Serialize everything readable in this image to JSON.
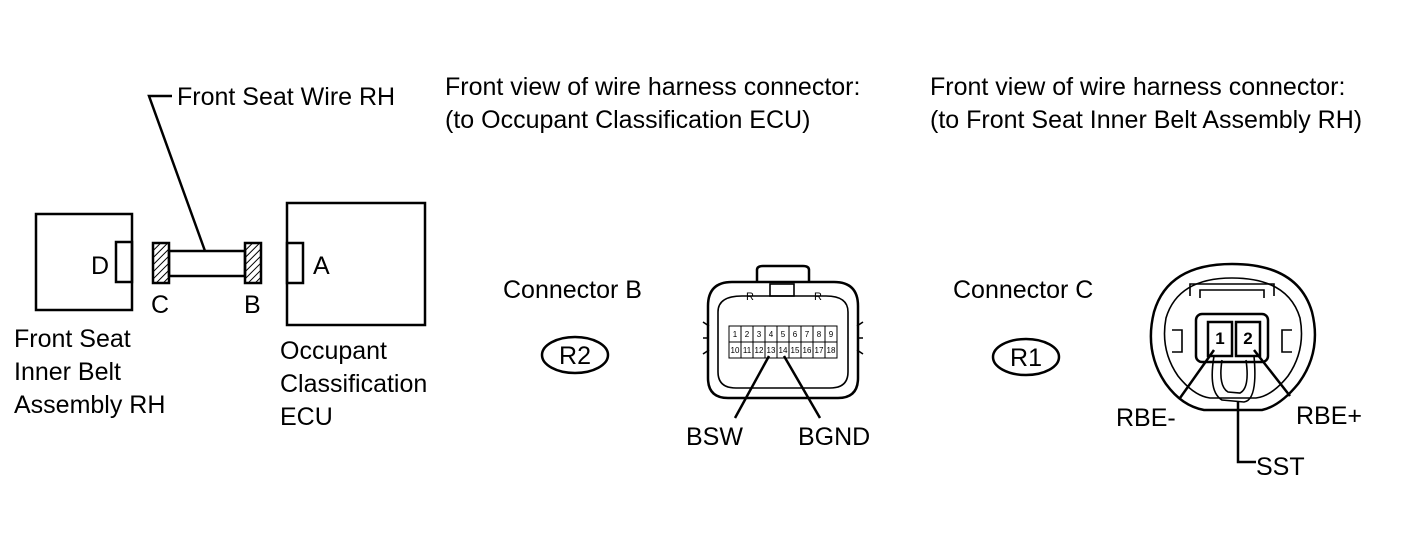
{
  "left_diagram": {
    "wire_label": "Front Seat Wire RH",
    "belt_assembly_label": [
      "Front Seat",
      "Inner Belt",
      "Assembly RH"
    ],
    "ecu_label": [
      "Occupant",
      "Classification",
      "ECU"
    ],
    "connector_letters": {
      "d": "D",
      "c": "C",
      "b": "B",
      "a": "A"
    }
  },
  "connector_b_view": {
    "heading": [
      "Front view of wire harness connector:",
      "(to Occupant Classification ECU)"
    ],
    "name": "Connector B",
    "code": "R2",
    "pins_top": [
      "1",
      "2",
      "3",
      "4",
      "5",
      "6",
      "7",
      "8",
      "9"
    ],
    "pins_bottom": [
      "10",
      "11",
      "12",
      "13",
      "14",
      "15",
      "16",
      "17",
      "18"
    ],
    "lock_marks": [
      "R",
      "R"
    ],
    "terminal_left": "BSW",
    "terminal_right": "BGND"
  },
  "connector_c_view": {
    "heading": [
      "Front view of wire harness connector:",
      "(to Front Seat Inner Belt Assembly RH)"
    ],
    "name": "Connector C",
    "code": "R1",
    "pins": [
      "1",
      "2"
    ],
    "terminal_left": "RBE-",
    "terminal_right": "RBE+",
    "terminal_bottom": "SST"
  }
}
